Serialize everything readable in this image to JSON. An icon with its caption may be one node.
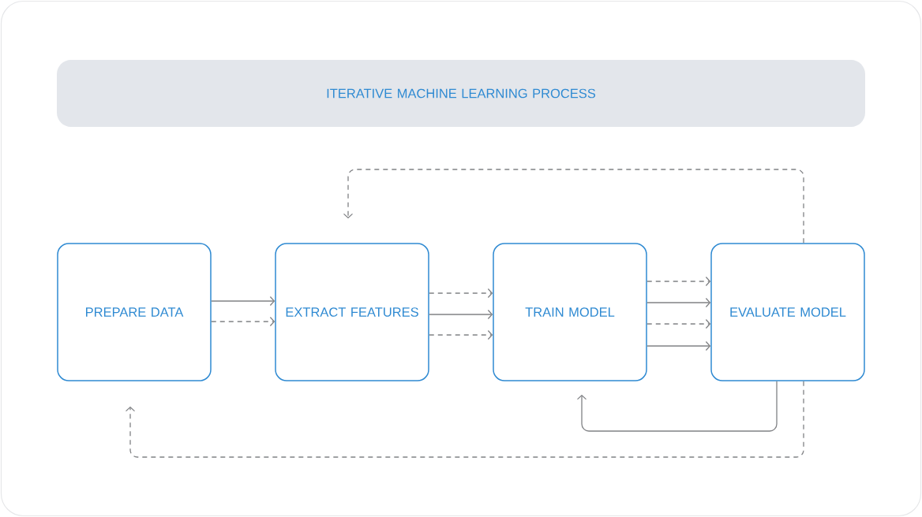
{
  "diagram": {
    "nodes": [
      {
        "text": [
          "ITERATIVE MACHINE LEARNING PROCESS"
        ]
      },
      {
        "text": [
          "PREPARE DATA"
        ]
      },
      {
        "text": [
          "EXTRACT FEATURES"
        ]
      },
      {
        "text": [
          "TRAIN MODEL"
        ]
      },
      {
        "text": [
          "EVALUATE MODEL"
        ]
      }
    ],
    "edges": [
      {
        "from": 1,
        "to": 2,
        "arrow": "to"
      },
      {
        "from": 1,
        "to": 2,
        "arrow": "to",
        "style": "dashed"
      },
      {
        "from": 2,
        "to": 3,
        "arrow": "to",
        "style": "dashed"
      },
      {
        "from": 2,
        "to": 3,
        "arrow": "to"
      },
      {
        "from": 2,
        "to": 3,
        "arrow": "to",
        "style": "dashed"
      },
      {
        "from": 3,
        "to": 4,
        "arrow": "to",
        "style": "dashed"
      },
      {
        "from": 3,
        "to": 4,
        "arrow": "to"
      },
      {
        "from": 3,
        "to": 4,
        "arrow": "to",
        "style": "dashed"
      },
      {
        "from": 3,
        "to": 4,
        "arrow": "to"
      },
      {
        "from": 4,
        "to": 2,
        "arrow": "to",
        "style": "dashed"
      },
      {
        "from": 4,
        "to": 3,
        "arrow": "to"
      },
      {
        "from": 4,
        "to": 1,
        "arrow": "to",
        "style": "dashed"
      }
    ]
  }
}
